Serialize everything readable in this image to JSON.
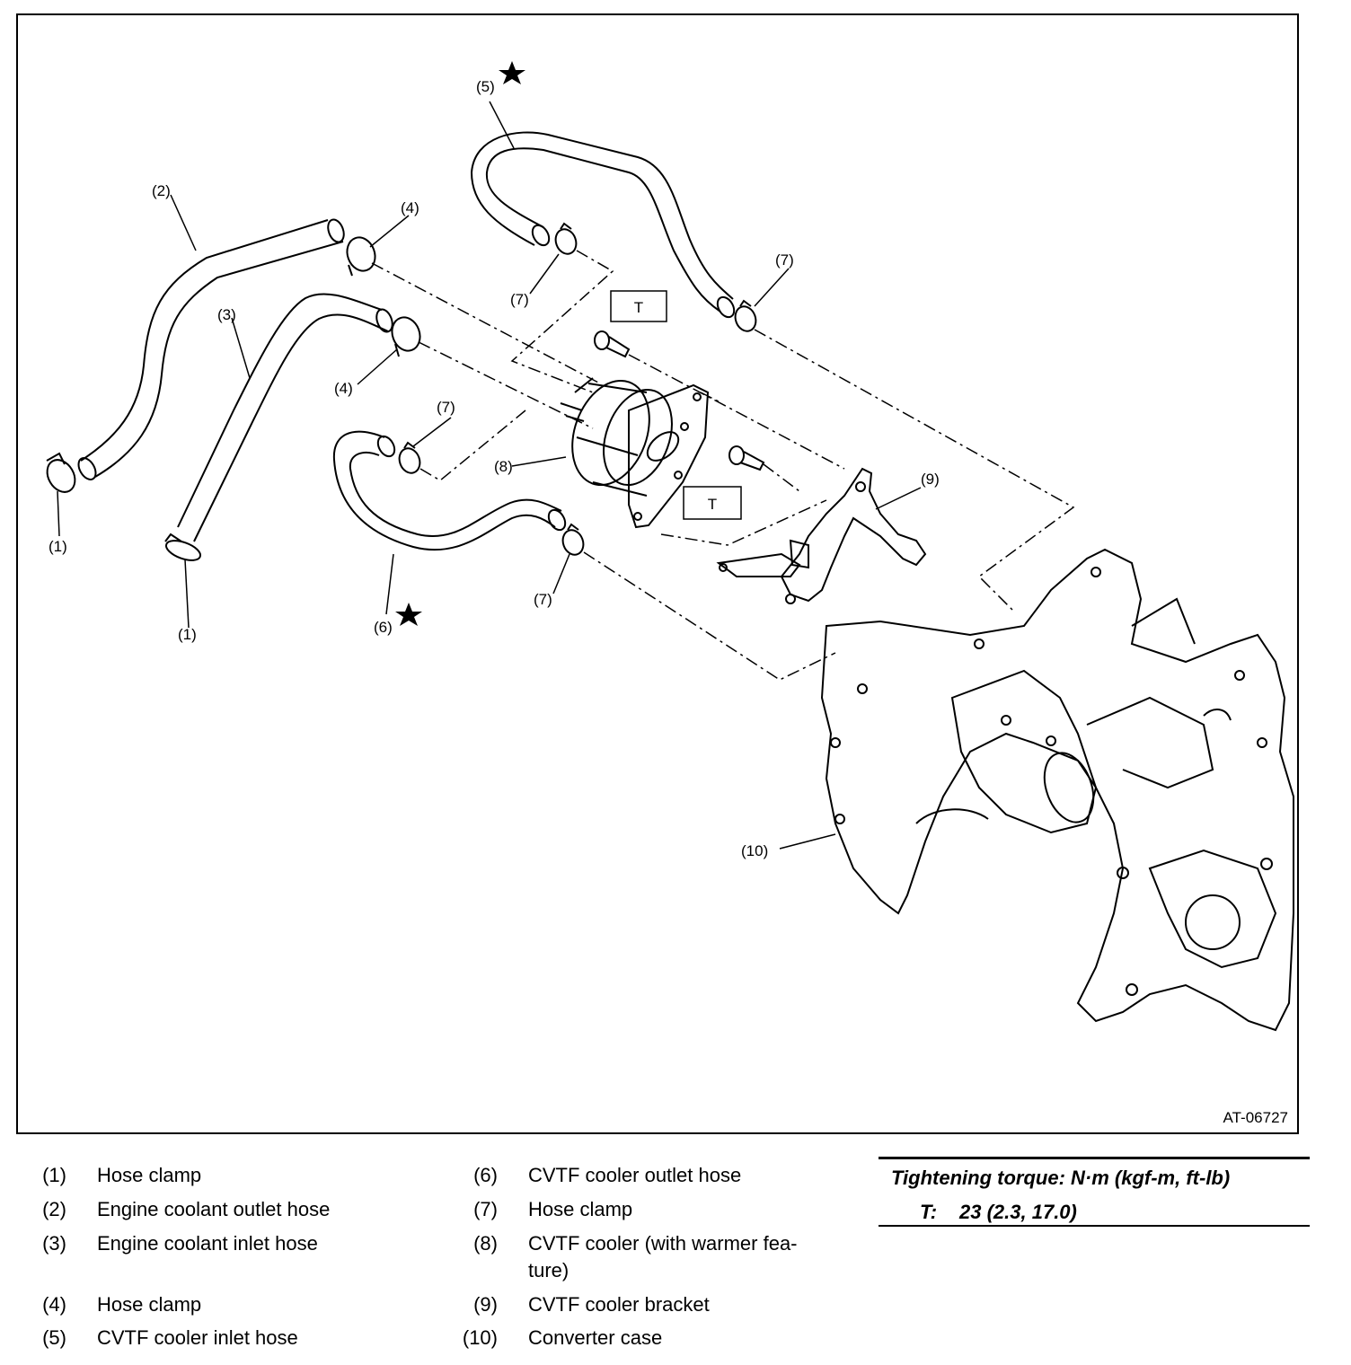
{
  "figure": {
    "id": "AT-06727",
    "callouts": {
      "c1a": "(1)",
      "c1b": "(1)",
      "c2": "(2)",
      "c3": "(3)",
      "c4a": "(4)",
      "c4b": "(4)",
      "c5": "(5)",
      "c6": "(6)",
      "c7a": "(7)",
      "c7b": "(7)",
      "c7c": "(7)",
      "c7d": "(7)",
      "c8": "(8)",
      "c9": "(9)",
      "c10": "(10)",
      "t1": "T",
      "t2": "T"
    }
  },
  "legend": [
    {
      "num": "(1)",
      "text": "Hose clamp"
    },
    {
      "num": "(2)",
      "text": "Engine coolant outlet hose"
    },
    {
      "num": "(3)",
      "text": "Engine coolant inlet hose"
    },
    {
      "num": "(4)",
      "text": "Hose clamp"
    },
    {
      "num": "(5)",
      "text": "CVTF cooler inlet hose"
    },
    {
      "num": "(6)",
      "text": "CVTF cooler outlet hose"
    },
    {
      "num": "(7)",
      "text": "Hose clamp"
    },
    {
      "num": "(8)",
      "text": "CVTF cooler (with warmer fea-",
      "text2": "ture)"
    },
    {
      "num": "(9)",
      "text": "CVTF cooler bracket"
    },
    {
      "num": "(10)",
      "text": "Converter case"
    }
  ],
  "torque": {
    "title": "Tightening torque: N·m (kgf-m, ft-lb)",
    "key": "T:",
    "value": "23 (2.3, 17.0)"
  }
}
